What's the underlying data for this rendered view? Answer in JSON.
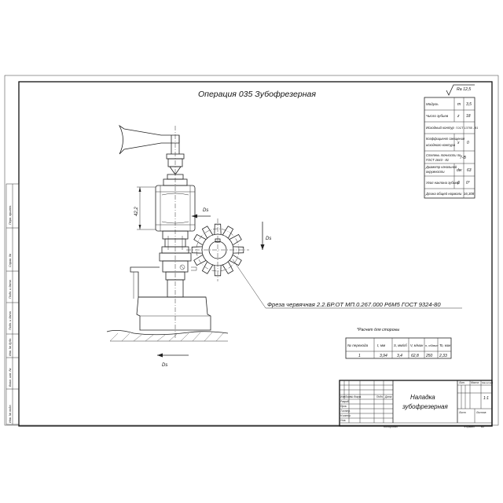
{
  "title": "Операция 035 Зубофрезерная",
  "roughness": "Ra 12,5",
  "params": [
    {
      "label": "Модуль",
      "symbol": "m",
      "value": "3,5"
    },
    {
      "label": "Число зубьев",
      "symbol": "z",
      "value": "18"
    },
    {
      "label": "Исходный контур",
      "symbol": "",
      "value": "ГОСТ 13755 - 81"
    },
    {
      "label": "Коэффициент смещения исходного контура",
      "symbol": "x",
      "value": "0"
    },
    {
      "label": "Степень точности по ГОСТ 1643 - 81",
      "symbol": "",
      "value": "7-В"
    },
    {
      "label": "Диаметр начальной окружности",
      "symbol": "dw",
      "value": "63"
    },
    {
      "label": "Угол наклона зубьев",
      "symbol": "β",
      "value": "0°"
    },
    {
      "label": "Длина общей нормали",
      "symbol": "",
      "value": "16,308"
    }
  ],
  "dimension": "42,2",
  "motion_labels": [
    "Ds",
    "Ds",
    "Ds"
  ],
  "tool_callout": "Фреза червячная 2.2.БР.ОТ МП.0.267.000 Р6М5 ГОСТ 9324-80",
  "cutting_note": "*Расчет для стороны",
  "cutting_table": {
    "headers": [
      "№ перехода",
      "t, мм",
      "S, мм/об",
      "V, м/мин",
      "n, об/мин",
      "To, мин"
    ],
    "rows": [
      [
        "1",
        "3,94",
        "3,4",
        "62,8",
        "250",
        "2,33"
      ]
    ]
  },
  "stamp": {
    "name_line1": "Наладка",
    "name_line2": "зубофрезерная",
    "header_labels": [
      "Изм",
      "Лист",
      "№ докум.",
      "Подп.",
      "Дата"
    ],
    "role_labels": [
      "Разраб.",
      "Пров.",
      "Т.контр.",
      "Н.контр.",
      "Утв."
    ],
    "lit_label": "Лит.",
    "mass_label": "Масса",
    "scale_label": "Масштаб",
    "scale_value": "1:1",
    "sheet_label": "Лист",
    "sheets_label": "Листов",
    "copied_label": "Копировал",
    "format_label": "Формат",
    "format_value": "А2"
  },
  "side_labels": [
    "Перв. примен.",
    "Справ. №",
    "Подп. и дата",
    "Инв. № дубл.",
    "Взам. инв. №",
    "Подп. и дата",
    "Инв. № подл."
  ]
}
